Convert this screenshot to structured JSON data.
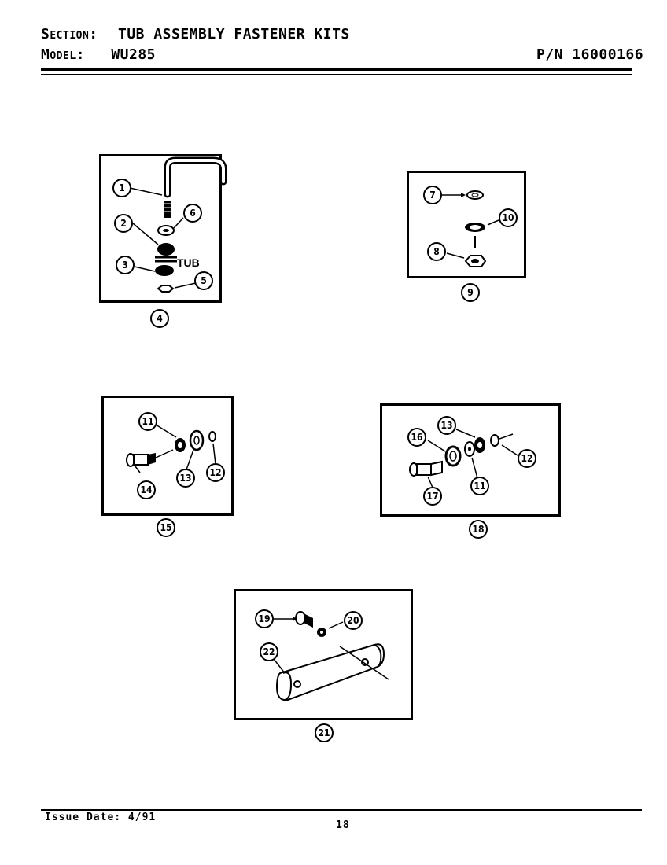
{
  "header": {
    "section_label": "Section:",
    "section_value": "TUB ASSEMBLY FASTENER KITS",
    "model_label": "Model:",
    "model_value": "WU285",
    "part_number": "P/N 16000166"
  },
  "kits": {
    "kit4": {
      "kit_no": "4",
      "tub_label": "TUB",
      "callouts": [
        "1",
        "2",
        "3",
        "5",
        "6"
      ]
    },
    "kit9": {
      "kit_no": "9",
      "callouts": [
        "7",
        "10",
        "8"
      ]
    },
    "kit15": {
      "kit_no": "15",
      "callouts": [
        "11",
        "14",
        "13",
        "12"
      ]
    },
    "kit18": {
      "kit_no": "18",
      "callouts": [
        "13",
        "16",
        "12",
        "17",
        "11"
      ]
    },
    "kit21": {
      "kit_no": "21",
      "callouts": [
        "19",
        "20",
        "22"
      ]
    }
  },
  "footer": {
    "issue_date": "Issue Date: 4/91",
    "page_number": "18"
  }
}
